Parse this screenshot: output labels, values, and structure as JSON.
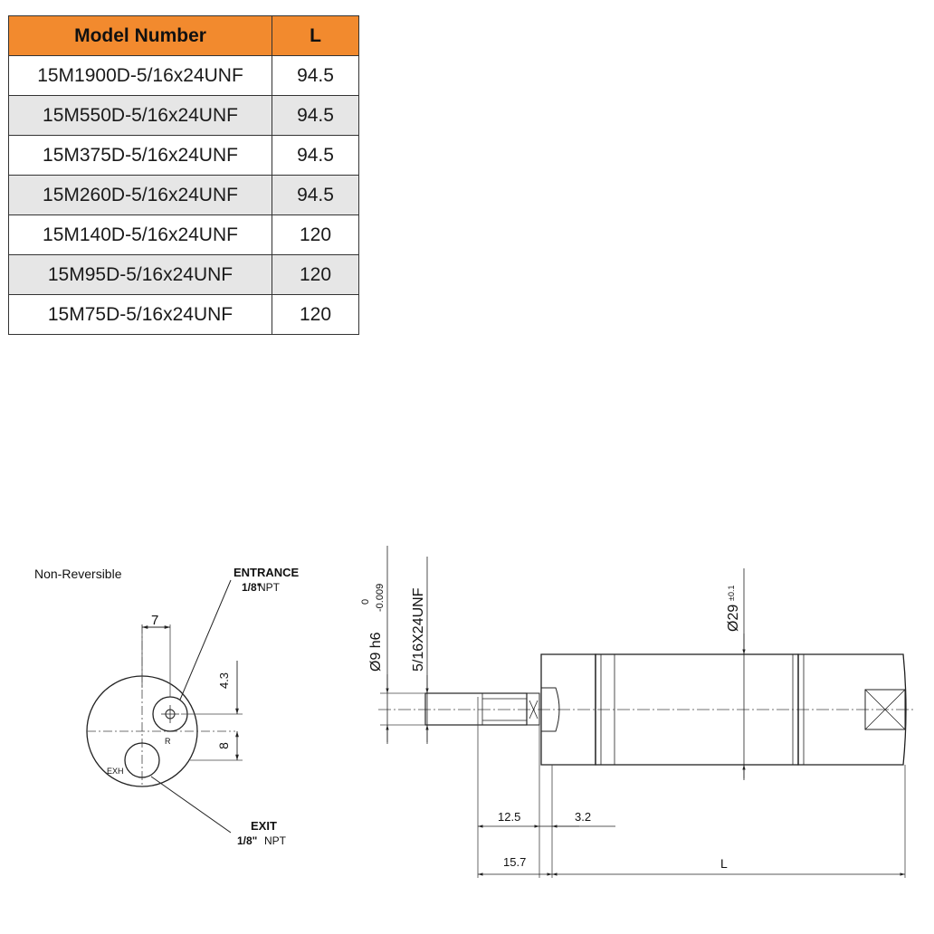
{
  "table": {
    "headers": {
      "model": "Model Number",
      "length": "L"
    },
    "rows": [
      {
        "model": "15M1900D-5/16x24UNF",
        "length": "94.5"
      },
      {
        "model": "15M550D-5/16x24UNF",
        "length": "94.5"
      },
      {
        "model": "15M375D-5/16x24UNF",
        "length": "94.5"
      },
      {
        "model": "15M260D-5/16x24UNF",
        "length": "94.5"
      },
      {
        "model": "15M140D-5/16x24UNF",
        "length": "120"
      },
      {
        "model": "15M95D-5/16x24UNF",
        "length": "120"
      },
      {
        "model": "15M75D-5/16x24UNF",
        "length": "120"
      }
    ],
    "header_color": "#f28a2e",
    "alt_row_color": "#e6e6e6"
  },
  "end_view": {
    "title": "Non-Reversible",
    "entrance_label": "ENTRANCE",
    "entrance_port": "1/8\"",
    "entrance_port_unit": "NPT",
    "exit_label": "EXIT",
    "exit_port": "1/8\"",
    "exit_port_unit": "NPT",
    "dim_offset": "7",
    "dim_upper": "4.3",
    "dim_lower": "8",
    "marker_r": "R",
    "marker_exh": "EXH"
  },
  "side_view": {
    "shaft_dia": "Ø9 h6",
    "shaft_tol_upper": "0",
    "shaft_tol_lower": "-0.009",
    "thread": "5/16X24UNF",
    "body_dia": "Ø29",
    "body_tol": "±0.1",
    "dim_a": "12.5",
    "dim_b": "3.2",
    "dim_c": "15.7",
    "dim_length": "L"
  }
}
